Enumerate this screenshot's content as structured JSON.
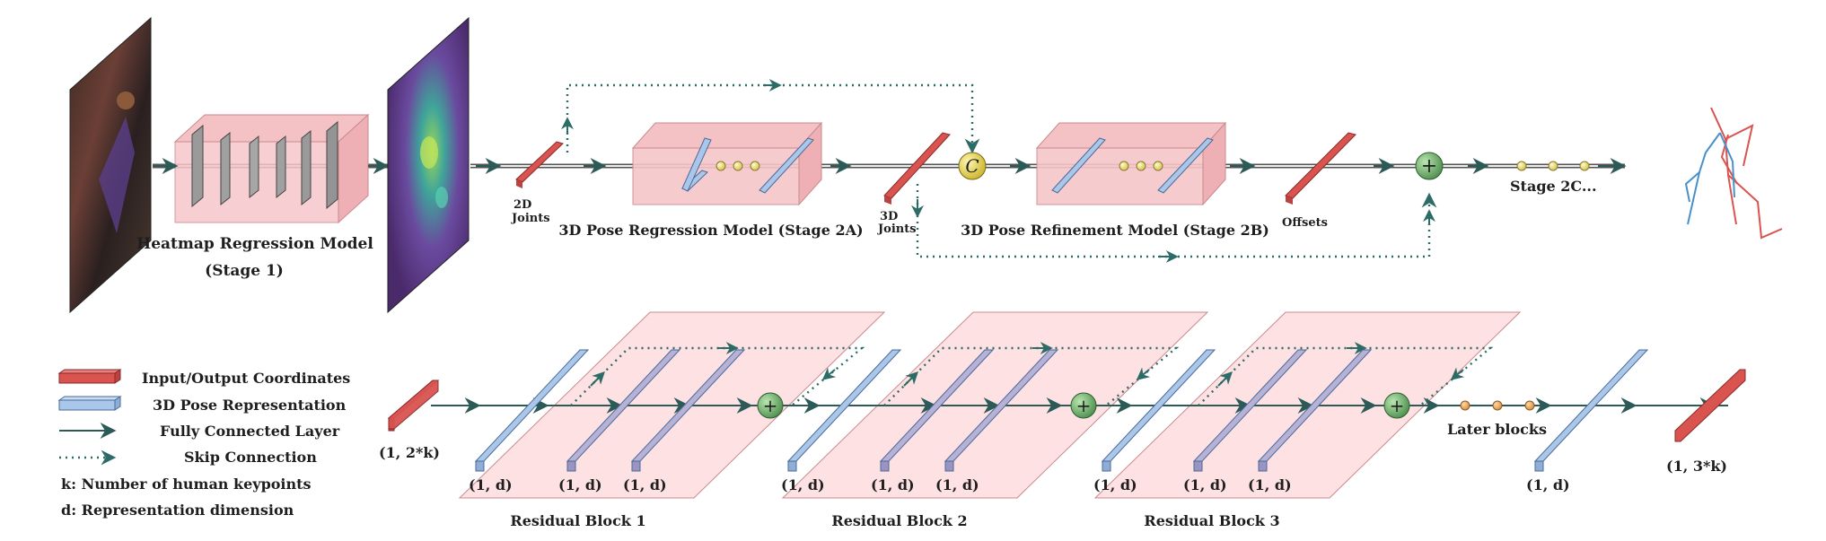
{
  "stage1": {
    "title_line1": "Heatmap Regression Model",
    "title_line2": "(Stage 1)"
  },
  "stage2a": {
    "title": "3D Pose Regression Model (Stage 2A)",
    "input_line1": "2D",
    "input_line2": "Joints",
    "output_line1": "3D",
    "output_line2": "Joints",
    "concat_symbol": "C"
  },
  "stage2b": {
    "title": "3D Pose Refinement Model (Stage 2B)",
    "output_label": "Offsets",
    "add_symbol": "+"
  },
  "stage2c": {
    "label": "Stage 2C..."
  },
  "legend": {
    "items": [
      "Input/Output Coordinates",
      "3D Pose Representation",
      "Fully Connected Layer",
      "Skip Connection"
    ],
    "k_def": "k: Number of human keypoints",
    "d_def": "d: Representation dimension"
  },
  "detail": {
    "input_shape": "(1, 2*k)",
    "layer_shape": "(1, d)",
    "output_shape": "(1, 3*k)",
    "blocks": [
      "Residual Block 1",
      "Residual Block 2",
      "Residual Block 3"
    ],
    "later_blocks": "Later blocks"
  },
  "colors": {
    "coord_red": "#d9534f",
    "repr_blue": "#aac6e8",
    "block_pink": "#f6c6c9",
    "arrow_teal": "#2c5a57",
    "sum_green": "#6aa26a",
    "concat_yellow": "#e6d348",
    "dot_orange": "#e39a55"
  }
}
